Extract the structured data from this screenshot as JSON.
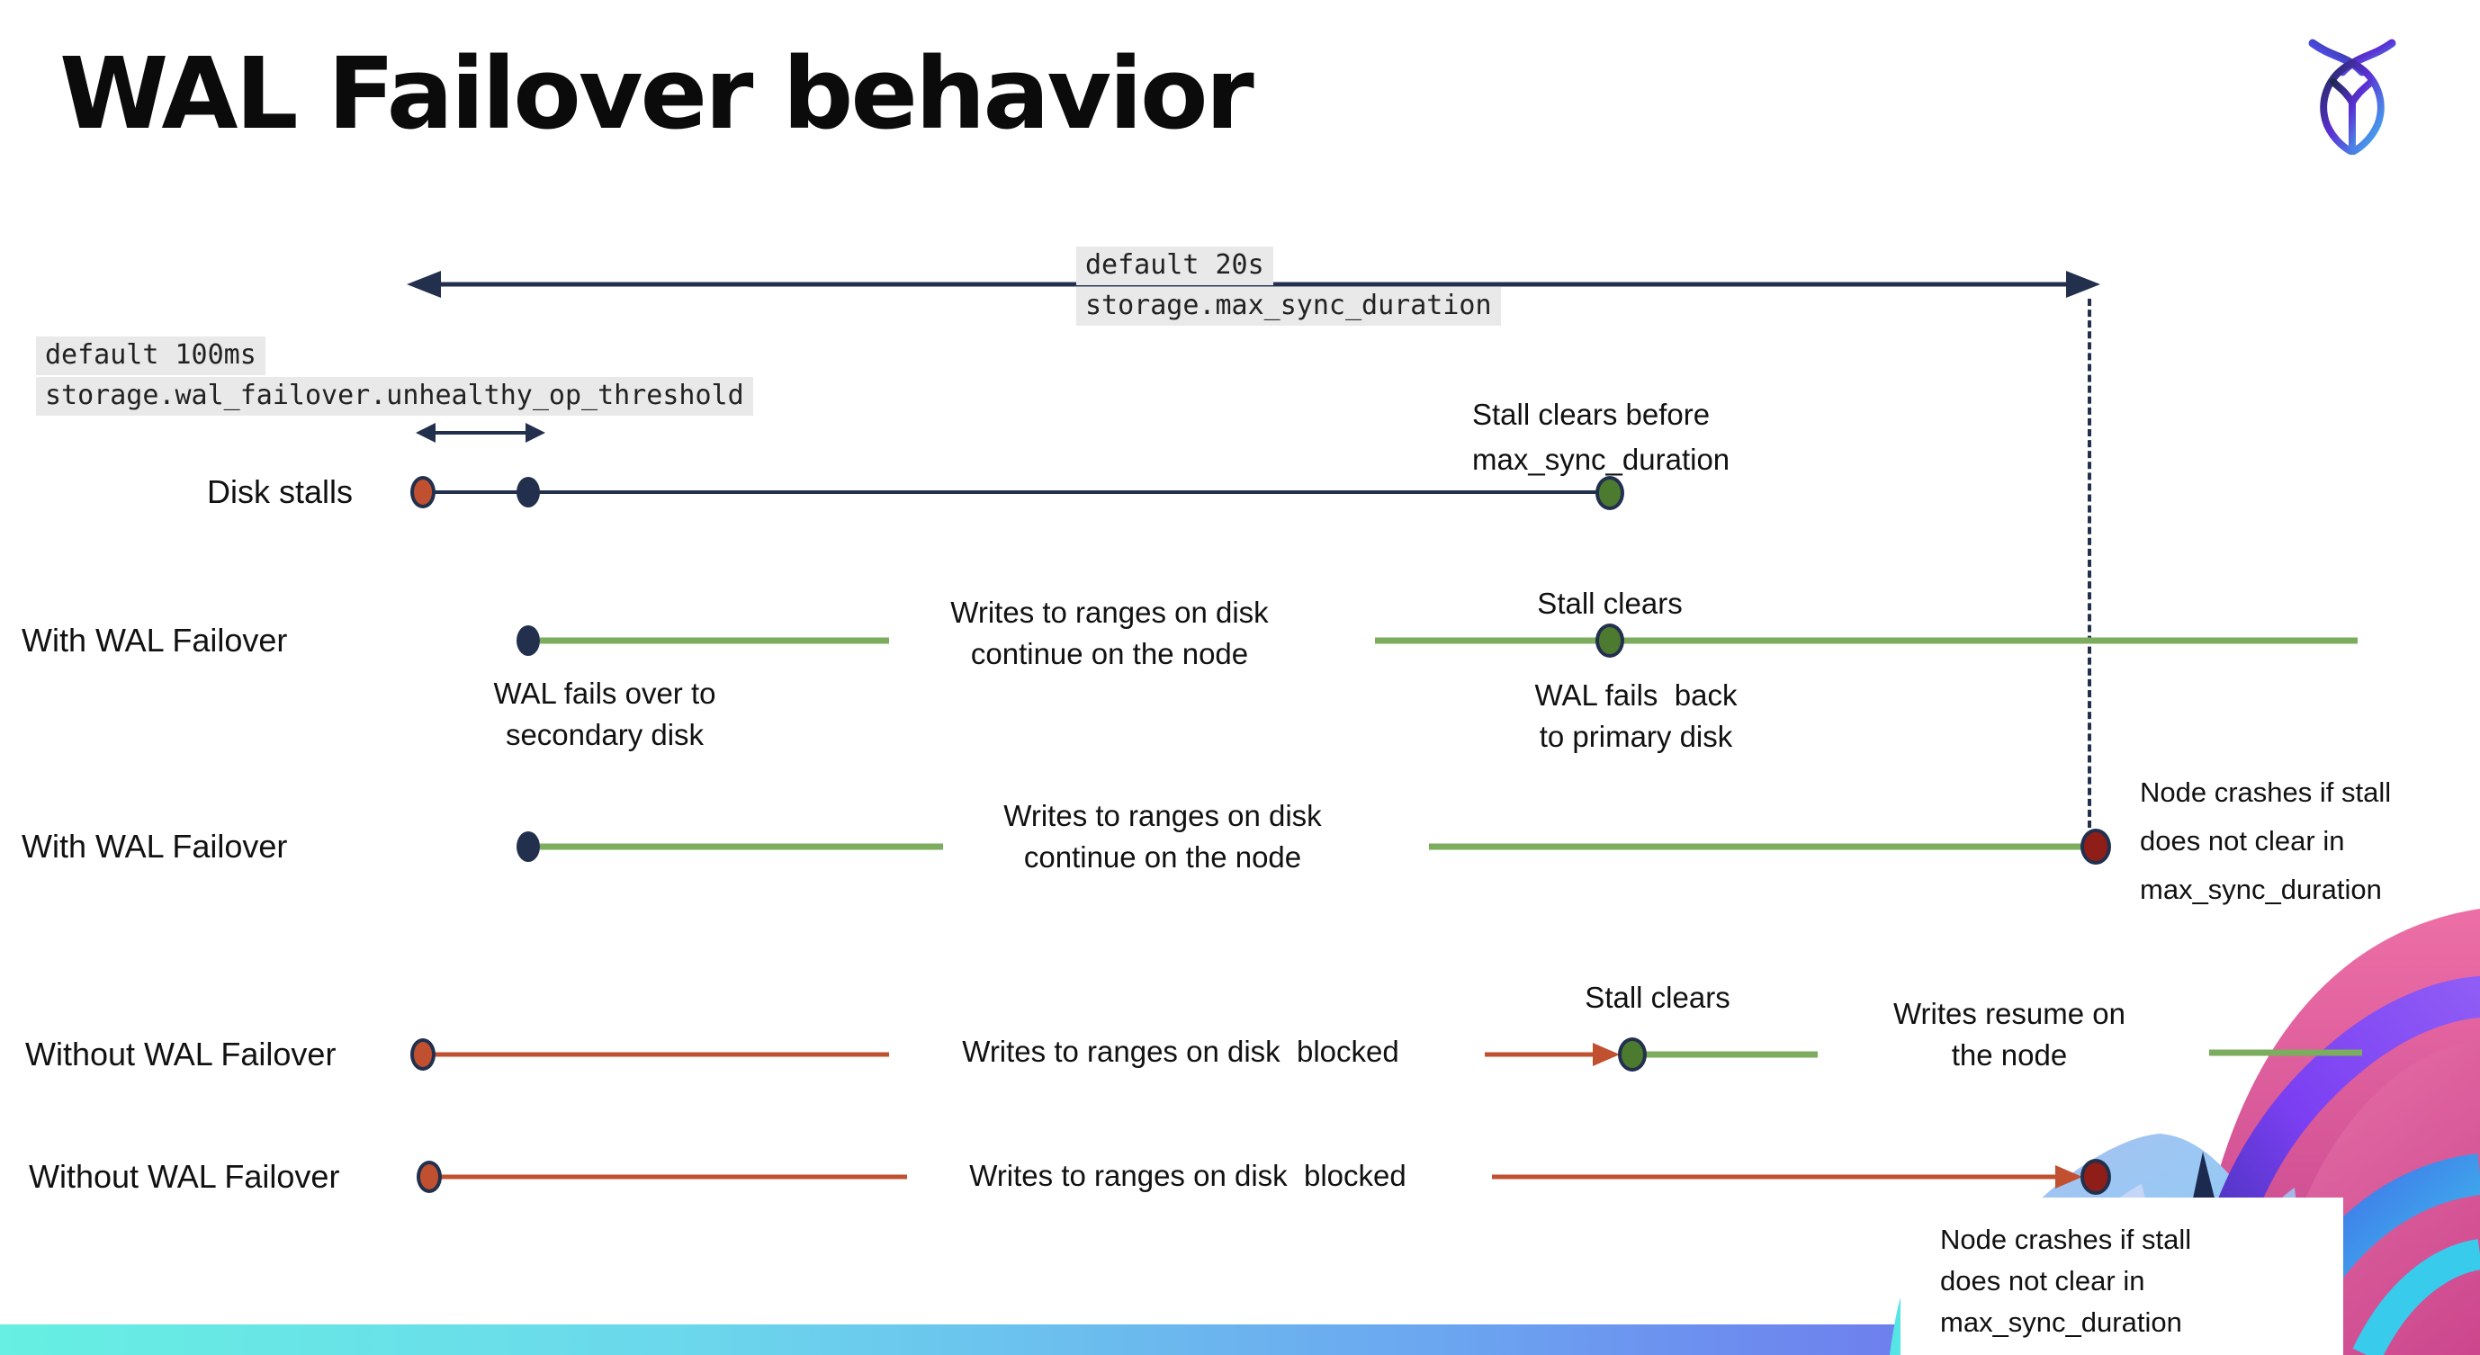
{
  "title": "WAL Failover behavior",
  "icons": {
    "logo": "cockroachdb-mark"
  },
  "config_labels": {
    "max_sync": {
      "default_value": "default 20s",
      "setting": "storage.max_sync_duration"
    },
    "unhealthy_op": {
      "default_value": "default 100ms",
      "setting": "storage.wal_failover.unhealthy_op_threshold"
    }
  },
  "rows": [
    {
      "id": "disk-stalls",
      "label": "Disk stalls"
    },
    {
      "id": "with-wal-failover-1",
      "label": "With WAL Failover"
    },
    {
      "id": "with-wal-failover-2",
      "label": "With WAL Failover"
    },
    {
      "id": "without-wal-failover-1",
      "label": "Without WAL Failover"
    },
    {
      "id": "without-wal-failover-2",
      "label": "Without WAL Failover"
    }
  ],
  "notes": {
    "stall_clears_before": "Stall clears before\nmax_sync_duration",
    "wal_fails_over": "WAL fails over to\nsecondary disk",
    "writes_continue": "Writes to ranges on disk\ncontinue on the node",
    "stall_clears": "Stall clears",
    "wal_fails_back": "WAL fails  back\nto primary disk",
    "node_crashes": "Node crashes if stall\ndoes not clear in\nmax_sync_duration",
    "writes_blocked": "Writes to ranges on disk  blocked",
    "writes_resume": "Writes resume on\nthe node"
  },
  "colors": {
    "navy": "#22304E",
    "red": "#C0502F",
    "dark_red": "#8F1D18",
    "green_line": "#7CAC5D",
    "green_dot": "#4C7A2E",
    "label_bg": "#E9E9E9",
    "bar_start": "#66EFE2",
    "bar_mid": "#6BA6F0",
    "bar_end": "#7C3BF2"
  }
}
